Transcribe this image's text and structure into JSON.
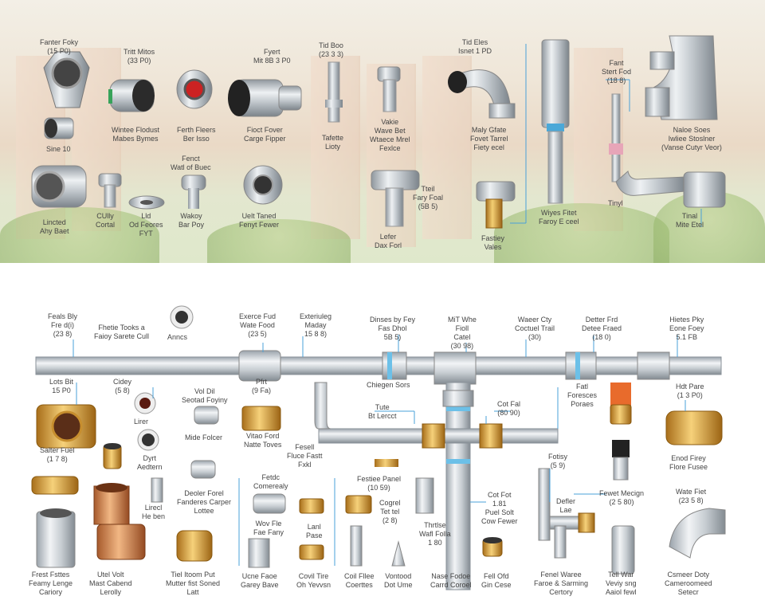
{
  "top_labels": [
    {
      "l1": "Fanter Foky",
      "l2": "(15 P0)"
    },
    {
      "l1": "Tritt Mitos",
      "l2": "(33 P0)"
    },
    {
      "l1": "Fyert",
      "l2": "Mit 8B 3 P0"
    },
    {
      "l1": "Tid Boo",
      "l2": "(23 3 3)"
    },
    {
      "l1": "Tid Eles",
      "l2": "Isnet 1 PD"
    },
    {
      "l1": "Fant",
      "l2": "Stert Fod",
      "l3": "(18 8)"
    },
    {
      "l1": "Wintee Flodust",
      "l2": "Mabes Bymes"
    },
    {
      "l1": "Ferth Fleers",
      "l2": "Ber Isso"
    },
    {
      "l1": "Fioct Fover",
      "l2": "Carge Fipper"
    },
    {
      "l1": "Tafette",
      "l2": "Lioty"
    },
    {
      "l1": "Vakie",
      "l2": "Wave Bet",
      "l3": "Wtaece Mrel",
      "l4": "Fexlce"
    },
    {
      "l1": "Maly Gfate",
      "l2": "Fovet Tarrel",
      "l3": "Fiety ecel"
    },
    {
      "l1": "Naloe Soes",
      "l2": "Iwliee Stoslner",
      "l3": "(Vanse Cutyr Veor)"
    },
    {
      "l1": "Sine 10"
    },
    {
      "l1": "Lincted",
      "l2": "Ahy Baet"
    },
    {
      "l1": "CUlly",
      "l2": "Cortal"
    },
    {
      "l1": "Lld",
      "l2": "Od Feores",
      "l3": "FYT"
    },
    {
      "l1": "Fenct",
      "l2": "Watl of Buec"
    },
    {
      "l1": "Wakoy",
      "l2": "Bar Poy"
    },
    {
      "l1": "Uelt Taned",
      "l2": "Fenyt Fewer"
    },
    {
      "l1": "Tteil",
      "l2": "Fary Foal",
      "l3": "(5B 5)"
    },
    {
      "l1": "Lefer",
      "l2": "Dax Forl"
    },
    {
      "l1": "Fastiey",
      "l2": "Vales"
    },
    {
      "l1": "Wiyes Fitet",
      "l2": "Faroy E ceel"
    },
    {
      "l1": "Tinyl"
    },
    {
      "l1": "Tinal",
      "l2": "Mite Etel"
    }
  ],
  "bottom_labels": [
    {
      "l1": "Feals Bly",
      "l2": "Fre d(i)",
      "l3": "(23 8)"
    },
    {
      "l1": "Fhetie Tooks a",
      "l2": "Faioy Sarete Cull"
    },
    {
      "l1": "Anncs"
    },
    {
      "l1": "Exerce Fud",
      "l2": "Wate Food",
      "l3": "(23 5)"
    },
    {
      "l1": "Exteriuleg",
      "l2": "Maday",
      "l3": "15 8 8)"
    },
    {
      "l1": "Dinses by Fey",
      "l2": "Fas Dhol",
      "l3": "5B 5)"
    },
    {
      "l1": "MiT Whe",
      "l2": "Fioll",
      "l3": "Catel",
      "l4": "(30 98)"
    },
    {
      "l1": "Waeer Cty",
      "l2": "Coctuel Trail",
      "l3": "(30)"
    },
    {
      "l1": "Detter Frd",
      "l2": "Detee Fraed",
      "l3": "(18 0)"
    },
    {
      "l1": "Hietes Pky",
      "l2": "Eone Foey",
      "l3": "5.1 FB"
    },
    {
      "l1": "Lots Bit",
      "l2": "15 P0"
    },
    {
      "l1": "Cidey",
      "l2": "(5 8)"
    },
    {
      "l1": "Vol Dil",
      "l2": "Seotad Foyiny"
    },
    {
      "l1": "Pfrt",
      "l2": "(9 Fa)"
    },
    {
      "l1": "Chiegen Sors"
    },
    {
      "l1": "Tute",
      "l2": "Bt Lercct"
    },
    {
      "l1": "Cot Fal",
      "l2": "(80 90)"
    },
    {
      "l1": "Fatl",
      "l2": "Foresces",
      "l3": "Poraes"
    },
    {
      "l1": "Hdt Pare",
      "l2": "(1 3 P0)"
    },
    {
      "l1": "Salter Fuel",
      "l2": "(1 7 8)"
    },
    {
      "l1": "Lirer"
    },
    {
      "l1": "Mide Folcer"
    },
    {
      "l1": "Vitao Ford",
      "l2": "Natte Toves"
    },
    {
      "l1": "Fesell",
      "l2": "Fluce Fastt",
      "l3": "Fxkl"
    },
    {
      "l1": "Dyrt",
      "l2": "Aedtern"
    },
    {
      "l1": "Fotisy",
      "l2": "(5 9)"
    },
    {
      "l1": "Fewet Mecign",
      "l2": "(2 5 80)"
    },
    {
      "l1": "Enod Firey",
      "l2": "Flore Fusee"
    },
    {
      "l1": "Lirecl",
      "l2": "He ben"
    },
    {
      "l1": "Deoler Forel",
      "l2": "Fanderes Carper",
      "l3": "Lottee"
    },
    {
      "l1": "Fetdc",
      "l2": "Comerealy"
    },
    {
      "l1": "Festiee Panel",
      "l2": "(10 59)"
    },
    {
      "l1": "Cot Fot",
      "l2": "1.81",
      "l3": "Puel Solt",
      "l4": "Cow Fewer"
    },
    {
      "l1": "Defler",
      "l2": "Lae"
    },
    {
      "l1": "Wate Fiet",
      "l2": "(23 5 8)"
    },
    {
      "l1": "Wov Fle",
      "l2": "Fae Fany"
    },
    {
      "l1": "Lanl",
      "l2": "Pase"
    },
    {
      "l1": "Cogrel",
      "l2": "Tet tel",
      "l3": "(2 8)"
    },
    {
      "l1": "Thrtlse",
      "l2": "Wafl Folla",
      "l3": "1 80"
    },
    {
      "l1": "Frest Fsttes",
      "l2": "Feamy Lenge",
      "l3": "Cariory"
    },
    {
      "l1": "Utel Volt",
      "l2": "Mast Cabend",
      "l3": "Lerolly"
    },
    {
      "l1": "Tiel Itoom Put",
      "l2": "Mutter fist Soned",
      "l3": "Latt"
    },
    {
      "l1": "Ucne Faoe",
      "l2": "Garey Bave"
    },
    {
      "l1": "Covil Tire",
      "l2": "Oh Yevvsn"
    },
    {
      "l1": "Coil Fllee",
      "l2": "Coerttes"
    },
    {
      "l1": "Vontood",
      "l2": "Dot Ume"
    },
    {
      "l1": "Nase Fodoe",
      "l2": "Carrd Coroel"
    },
    {
      "l1": "Fell Ofd",
      "l2": "Gin Cese"
    },
    {
      "l1": "Fenel Waree",
      "l2": "Faroe & Sarming",
      "l3": "Certory"
    },
    {
      "l1": "Tell War",
      "l2": "Veviy sng",
      "l3": "Aaiol fewl"
    },
    {
      "l1": "Csmeer Doty",
      "l2": "Cameroomeed",
      "l3": "Setecr"
    }
  ]
}
